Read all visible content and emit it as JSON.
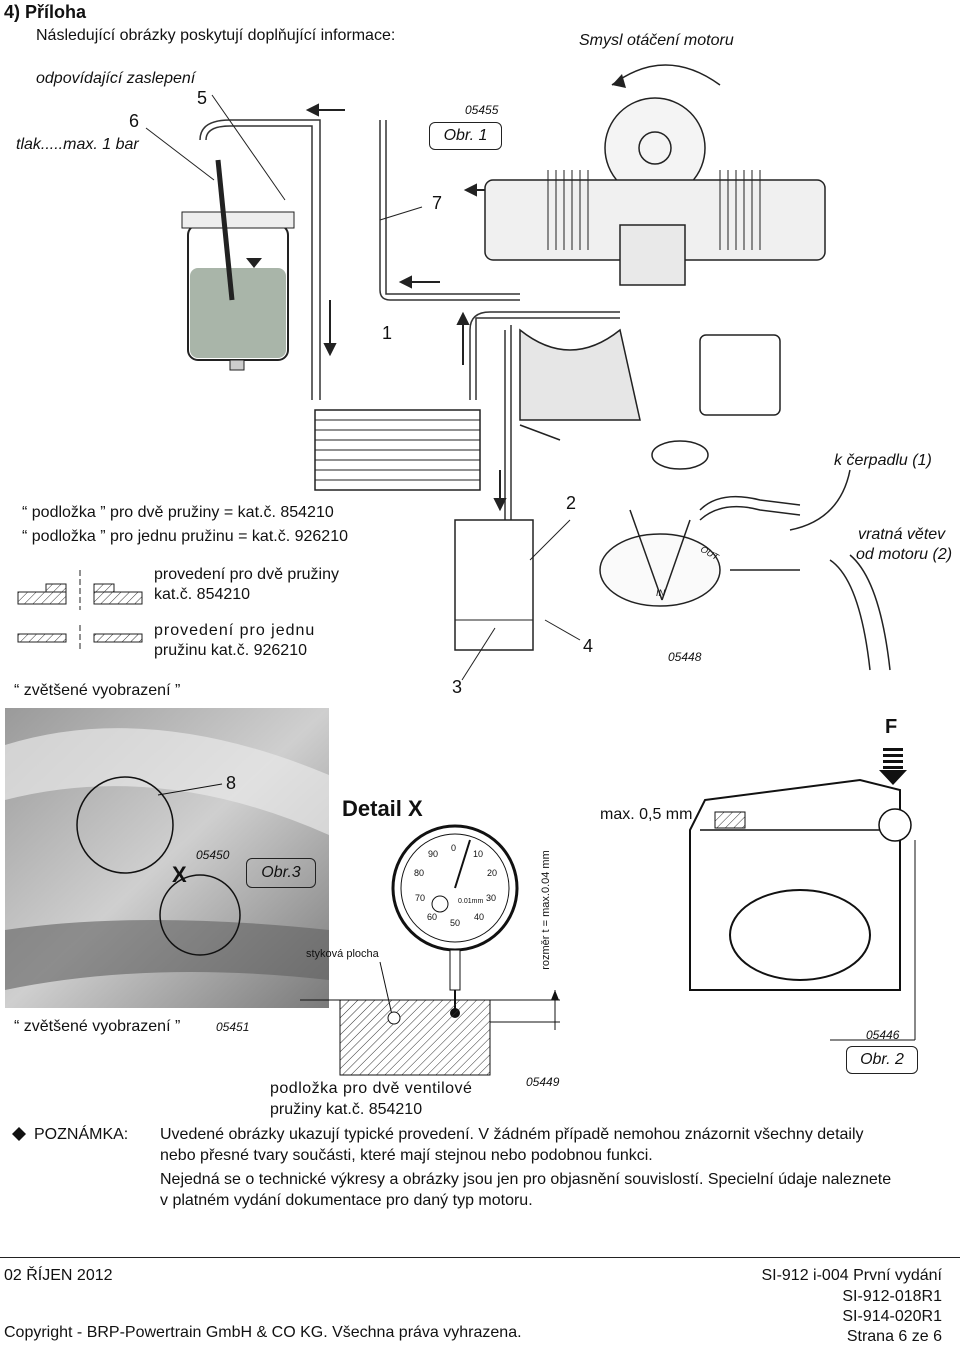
{
  "section": {
    "title": "4) Příloha",
    "intro": "Následující obrázky poskytují doplňující informace:"
  },
  "fig1": {
    "direction_label": "Smysl otáčení motoru",
    "blanking_label": "odpovídající zaslepení",
    "pressure_label": "tlak.....max. 1 bar",
    "code": "05455",
    "obr": "Obr. 1",
    "callouts": [
      "5",
      "6",
      "7",
      "1"
    ]
  },
  "fig_pump": {
    "to_pump": "k čerpadlu (1)",
    "return_line_1": "vratná větev",
    "return_line_2": "od motoru (2)",
    "code": "05448",
    "callouts": [
      "2",
      "3",
      "4"
    ],
    "port_out": "OUT",
    "port_in": "IN"
  },
  "washers": {
    "line1": "“ podložka ”   pro dvě pružiny  =  kat.č. 854210",
    "line2": "“ podložka ”   pro jednu pružinu = kat.č. 926210",
    "two_springs_1": "provedení pro dvě pružiny",
    "two_springs_2": "kat.č. 854210",
    "one_spring_1": "provedení  pro  jednu",
    "one_spring_2": "pružinu kat.č. 926210",
    "enlarged": "“ zvětšené vyobrazení ”"
  },
  "fig3": {
    "callout": "8",
    "code": "05450",
    "obr": "Obr.3",
    "x_mark": "X",
    "enlarged": "“ zvětšené vyobrazení ”",
    "code2": "05451"
  },
  "detail": {
    "title": "Detail  X",
    "contact_surface": "styková  plocha",
    "dimension": "rozměr t = max.0.04 mm",
    "dial_numbers": [
      "0",
      "10",
      "20",
      "30",
      "40",
      "50",
      "60",
      "70",
      "80",
      "90"
    ],
    "dial_unit": "0.01mm",
    "washer_caption_1": "podložka  pro  dvě  ventilové",
    "washer_caption_2": "pružiny kat.č. 854210",
    "code": "05449"
  },
  "fig2": {
    "force": "F",
    "max_label": "max. 0,5 mm",
    "code": "05446",
    "obr": "Obr. 2"
  },
  "note": {
    "label": "POZNÁMKA:",
    "line1": "Uvedené obrázky ukazují typické provedení. V žádném případě nemohou znázornit všechny detaily",
    "line2": "nebo přesné tvary součásti, které mají stejnou nebo podobnou funkci.",
    "line3": "Nejedná se o technické výkresy a obrázky jsou jen pro objasnění souvislostí. Specielní údaje naleznete",
    "line4": "v platném vydání dokumentace pro daný typ motoru."
  },
  "footer": {
    "date": "02  ŘÍJEN 2012",
    "doc1": "SI-912 i-004  První vydání",
    "doc2": "SI-912-018R1",
    "doc3": "SI-914-020R1",
    "copyright": "Copyright - BRP-Powertrain GmbH & CO KG. Všechna práva vyhrazena.",
    "page": "Strana 6 ze 6"
  }
}
